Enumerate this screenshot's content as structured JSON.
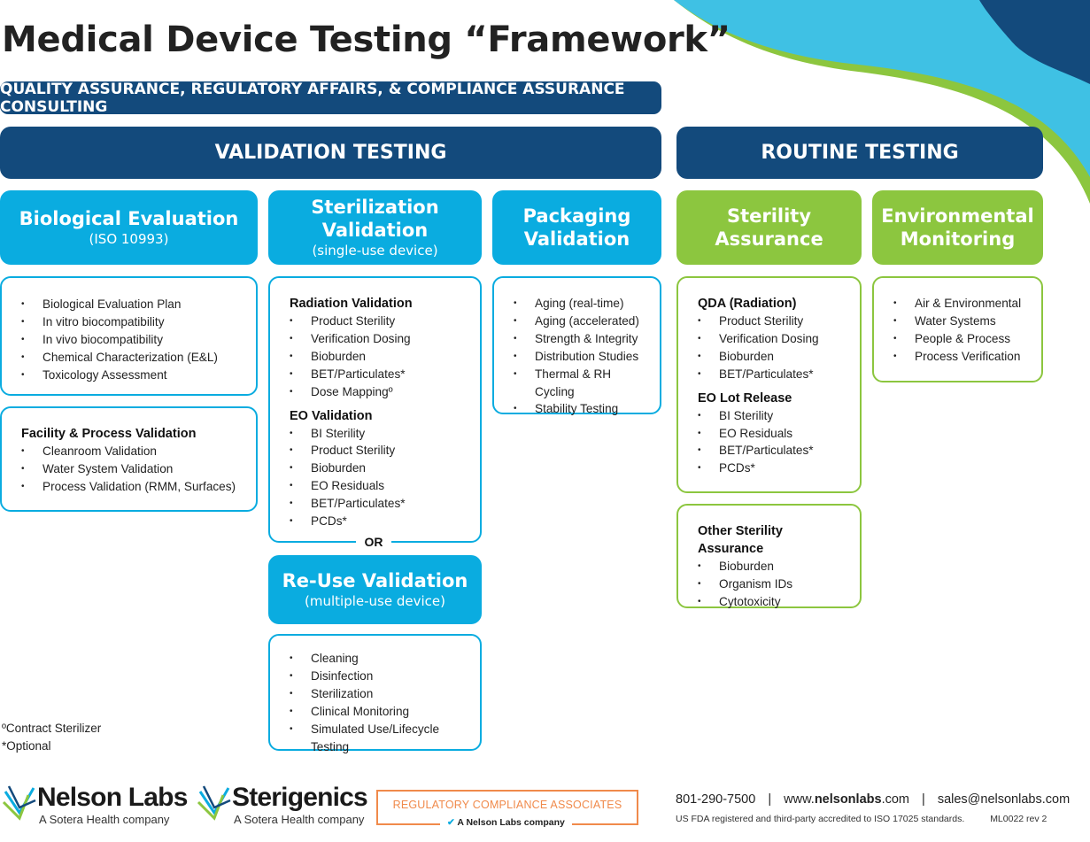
{
  "title": "Medical Device Testing “Framework”",
  "qa_banner": "QUALITY ASSURANCE, REGULATORY AFFAIRS, & COMPLIANCE ASSURANCE CONSULTING",
  "validation_banner": "VALIDATION TESTING",
  "routine_banner": "ROUTINE TESTING",
  "colors": {
    "navy": "#134a7c",
    "blue": "#0aace0",
    "green": "#8cc63f",
    "orange": "#f08a4b"
  },
  "biological": {
    "title": "Biological Evaluation",
    "subtitle": "(ISO 10993)",
    "items": [
      "Biological Evaluation Plan",
      "In vitro biocompatibility",
      "In vivo biocompatibility",
      "Chemical Characterization (E&L)",
      "Toxicology Assessment"
    ]
  },
  "facility": {
    "title": "Facility & Process Validation",
    "items": [
      "Cleanroom Validation",
      "Water System Validation",
      "Process Validation (RMM, Surfaces)"
    ]
  },
  "sterilization": {
    "title": "Sterilization Validation",
    "subtitle": "(single-use device)",
    "radiation_title": "Radiation Validation",
    "radiation_items": [
      "Product Sterility",
      "Verification Dosing",
      "Bioburden",
      "BET/Particulates*",
      "Dose Mappingº"
    ],
    "eo_title": "EO Validation",
    "eo_items": [
      "BI Sterility",
      "Product Sterility",
      "Bioburden",
      "EO Residuals",
      "BET/Particulates*",
      "PCDs*"
    ]
  },
  "or_label": "OR",
  "reuse": {
    "title": "Re-Use Validation",
    "subtitle": "(multiple-use device)",
    "items": [
      "Cleaning",
      "Disinfection",
      "Sterilization",
      "Clinical Monitoring",
      "Simulated Use/Lifecycle Testing"
    ]
  },
  "packaging": {
    "title_line1": "Packaging",
    "title_line2": "Validation",
    "items": [
      "Aging (real-time)",
      "Aging (accelerated)",
      "Strength & Integrity",
      "Distribution Studies",
      "Thermal & RH Cycling",
      "Stability Testing"
    ]
  },
  "sterility_assurance": {
    "title_line1": "Sterility",
    "title_line2": "Assurance",
    "qda_title": "QDA (Radiation)",
    "qda_items": [
      "Product Sterility",
      "Verification Dosing",
      "Bioburden",
      "BET/Particulates*"
    ],
    "eo_title": "EO Lot Release",
    "eo_items": [
      "BI Sterility",
      "EO Residuals",
      "BET/Particulates*",
      "PCDs*"
    ]
  },
  "other_sterility": {
    "title": "Other Sterility Assurance",
    "items": [
      "Bioburden",
      "Organism IDs",
      "Cytotoxicity"
    ]
  },
  "environmental": {
    "title_line1": "Environmental",
    "title_line2": "Monitoring",
    "items": [
      "Air & Environmental",
      "Water Systems",
      "People & Process",
      "Process Verification"
    ]
  },
  "notes": {
    "contract": "ºContract Sterilizer",
    "optional": "*Optional"
  },
  "footer": {
    "nelson_name": "Nelson Labs",
    "nelson_tag": "A Sotera Health company",
    "sterigenics_name": "Sterigenics",
    "sterigenics_tag": "A Sotera Health company",
    "rca_name": "REGULATORY COMPLIANCE ASSOCIATES",
    "rca_tag": "A Nelson Labs company",
    "phone": "801-290-7500",
    "web_prefix": "www.",
    "web_bold": "nelsonlabs",
    "web_suffix": ".com",
    "email": "sales@nelsonlabs.com",
    "separator": "|",
    "accreditation": "US FDA registered and third-party accredited to ISO 17025 standards.",
    "doc_code": "ML0022 rev 2"
  }
}
